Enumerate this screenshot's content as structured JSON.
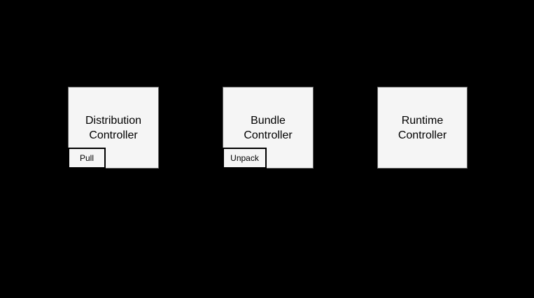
{
  "page": {
    "background_color": "#000000"
  },
  "diagram": {
    "type": "component-diagram",
    "colors": {
      "background": "#000000",
      "node_fill": "#f5f5f5",
      "node_border": "#666666",
      "badge_fill": "#f5f5f5",
      "badge_border": "#000000",
      "text": "#000000"
    },
    "nodes": [
      {
        "label": "Distribution Controller",
        "lines": [
          "Distribution",
          "Controller"
        ],
        "badge": "Pull"
      },
      {
        "label": "Bundle Controller",
        "lines": [
          "Bundle",
          "Controller"
        ],
        "badge": "Unpack"
      },
      {
        "label": "Runtime Controller",
        "lines": [
          "Runtime",
          "Controller"
        ]
      }
    ]
  }
}
